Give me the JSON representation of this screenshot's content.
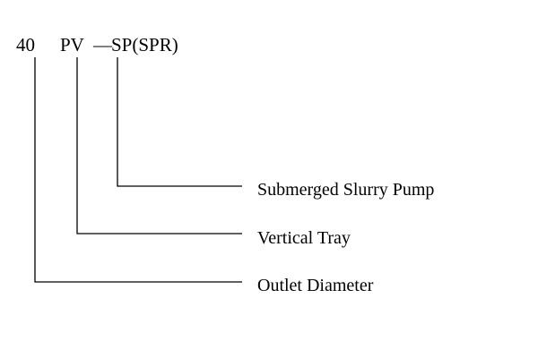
{
  "code": {
    "diameter": "40",
    "tray": "PV",
    "separator": "—",
    "pump": "SP(SPR)"
  },
  "labels": {
    "pump": "Submerged Slurry Pump",
    "tray": "Vertical Tray",
    "outlet": "Outlet Diameter"
  },
  "colors": {
    "line": "#000000",
    "text": "#000000",
    "background": "#ffffff"
  }
}
